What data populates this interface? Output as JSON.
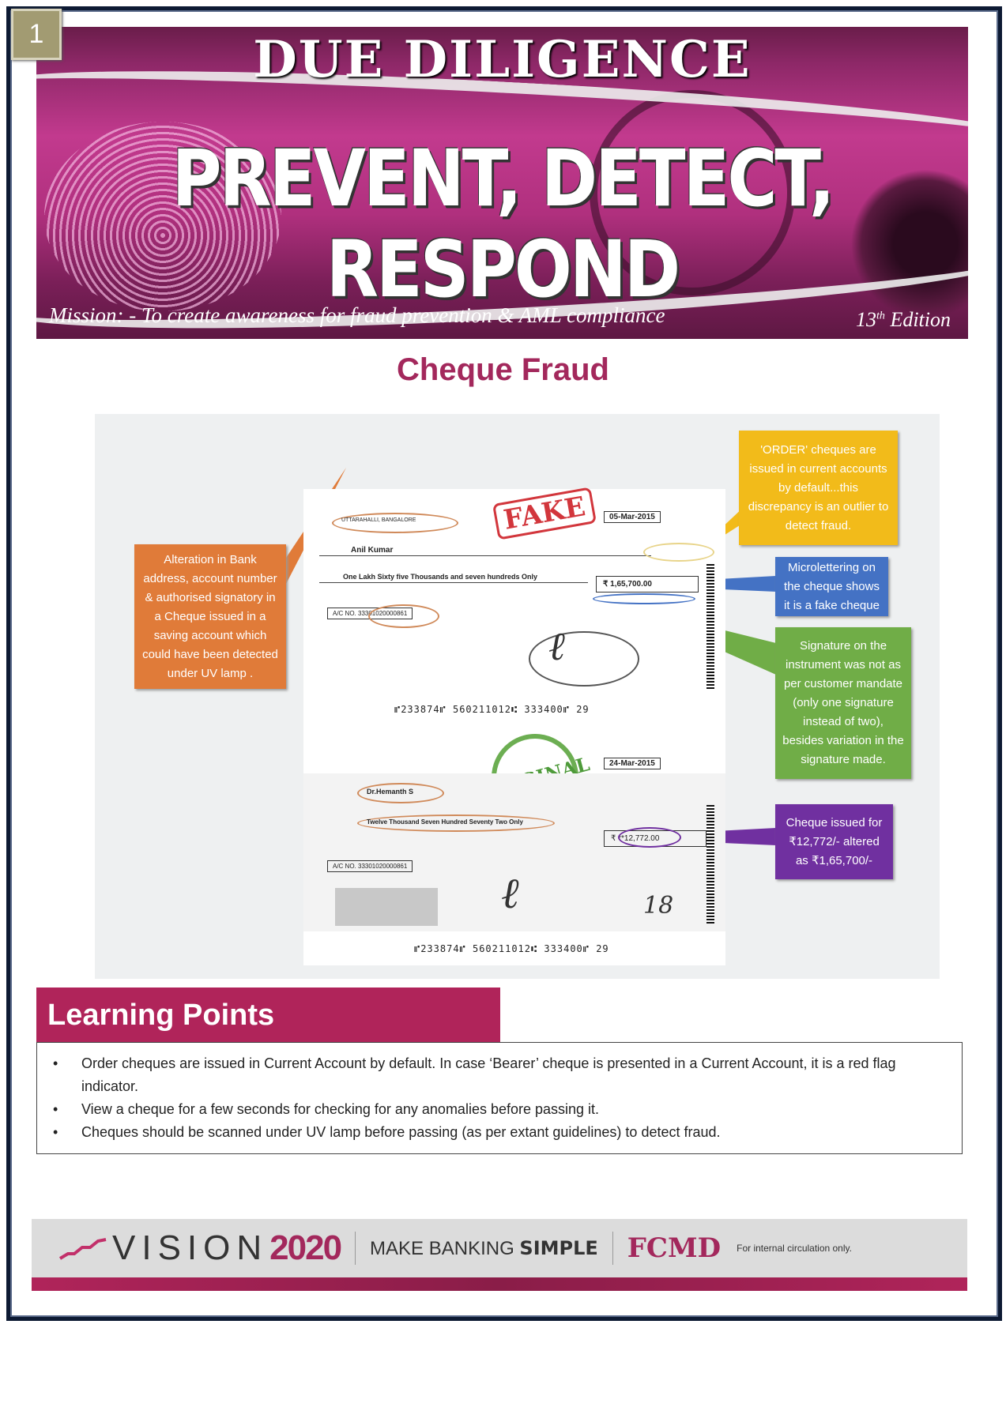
{
  "page_number": "1",
  "banner": {
    "title": "DUE DILIGENCE",
    "subtitle": "PREVENT, DETECT, RESPOND",
    "mission": "Mission: - To create awareness for fraud prevention & AML compliance",
    "edition_num": "13",
    "edition_sup": "th",
    "edition_word": " Edition"
  },
  "heading": "Cheque Fraud",
  "figure": {
    "fake_cheque": {
      "stamp": "FAKE",
      "date": "05-Mar-2015",
      "payee": "Anil Kumar",
      "amount_words": "One Lakh Sixty five Thousands and seven hundreds Only",
      "amount": "₹ 1,65,700.00",
      "micr": "⑈233874⑈ 560211012⑆ 333400⑈ 29"
    },
    "original_cheque": {
      "stamp": "ORIGINAL",
      "date": "24-Mar-2015",
      "payee": "Dr.Hemanth S",
      "amount_words": "Twelve Thousand Seven Hundred Seventy Two Only",
      "amount": "₹ **12,772.00",
      "micr": "⑈233874⑈ 560211012⑆ 333400⑈ 29"
    },
    "callouts": [
      {
        "text": "Alteration in Bank address, account number & authorised signatory in a Cheque issued in a saving account which could have been detected under UV lamp .",
        "color": "#e07b39"
      },
      {
        "text": "'ORDER' cheques are issued in current accounts by default...this discrepancy is an outlier to detect fraud.",
        "color": "#f2bb1a"
      },
      {
        "text": "Microlettering on the cheque shows it is a fake cheque",
        "color": "#4472c4"
      },
      {
        "text": "Signature on the instrument was not as per customer mandate (only one signature instead of two), besides variation in the signature made.",
        "color": "#70ad47"
      },
      {
        "text": "Cheque issued for ₹12,772/- altered as ₹1,65,700/-",
        "color": "#7030a0"
      }
    ]
  },
  "learning_points": {
    "title": "Learning Points",
    "items": [
      "Order cheques are issued in Current Account by default. In case ‘Bearer’ cheque is presented in a Current Account, it is a red flag indicator.",
      "View a cheque for a few seconds for checking for any anomalies before passing it.",
      "Cheques should be scanned under UV lamp before passing (as per extant guidelines) to detect fraud."
    ]
  },
  "footer": {
    "vision": "VISION",
    "year": "2020",
    "tagline_a": "MAKE BANKING ",
    "tagline_b": "SIMPLE",
    "brand": "FCMD",
    "note": "For internal circulation only."
  },
  "colors": {
    "accent": "#b0245a",
    "heading": "#a3285c",
    "frame": "#0d1a33"
  }
}
